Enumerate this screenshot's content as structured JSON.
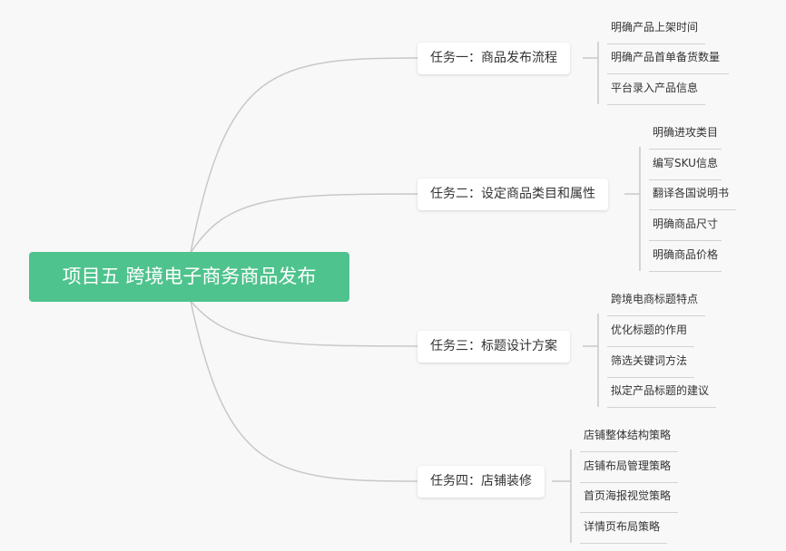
{
  "root": {
    "label": "项目五 跨境电子商务商品发布"
  },
  "tasks": [
    {
      "label": "任务一：商品发布流程",
      "items": [
        "明确产品上架时间",
        "明确产品首单备货数量",
        "平台录入产品信息"
      ]
    },
    {
      "label": "任务二：设定商品类目和属性",
      "items": [
        "明确进攻类目",
        "编写SKU信息",
        "翻译各国说明书",
        "明确商品尺寸",
        "明确商品价格"
      ]
    },
    {
      "label": "任务三：标题设计方案",
      "items": [
        "跨境电商标题特点",
        "优化标题的作用",
        "筛选关键词方法",
        "拟定产品标题的建议"
      ]
    },
    {
      "label": "任务四：店铺装修",
      "items": [
        "店铺整体结构策略",
        "店铺布局管理策略",
        "首页海报视觉策略",
        "详情页布局策略"
      ]
    }
  ]
}
